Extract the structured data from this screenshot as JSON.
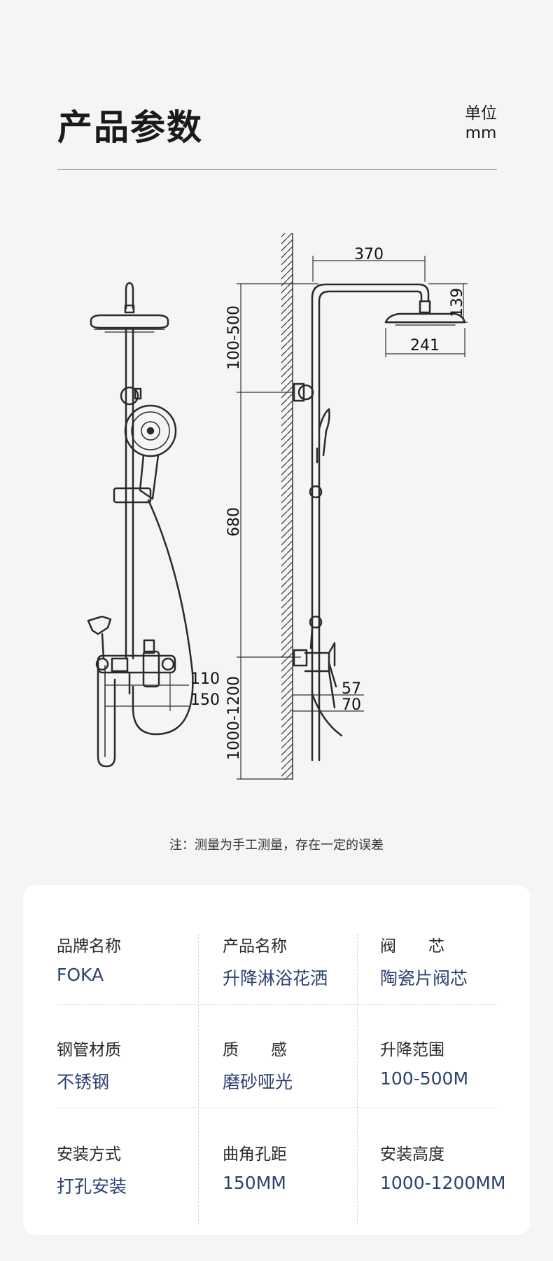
{
  "header": {
    "title": "产品参数",
    "unit_line1": "单位",
    "unit_line2": "mm"
  },
  "dimensions": {
    "head_arm": "370",
    "head_drop": "139",
    "head_diameter": "241",
    "lift_range": "100-500",
    "bar_spacing": "680",
    "install_height": "1000-1200",
    "front_110": "110",
    "front_150": "150",
    "side_57": "57",
    "side_70": "70"
  },
  "note": "注：测量为手工测量，存在一定的误差",
  "specs": [
    {
      "label": "品牌名称",
      "value": "FOKA"
    },
    {
      "label": "产品名称",
      "value": "升降淋浴花洒"
    },
    {
      "label": "阀　　芯",
      "value": "陶瓷片阀芯"
    },
    {
      "label": "钢管材质",
      "value": "不锈钢"
    },
    {
      "label": "质　　感",
      "value": "磨砂哑光"
    },
    {
      "label": "升降范围",
      "value": "100-500M"
    },
    {
      "label": "安装方式",
      "value": "打孔安装"
    },
    {
      "label": "曲角孔距",
      "value": "150MM"
    },
    {
      "label": "安装高度",
      "value": "1000-1200MM"
    }
  ]
}
